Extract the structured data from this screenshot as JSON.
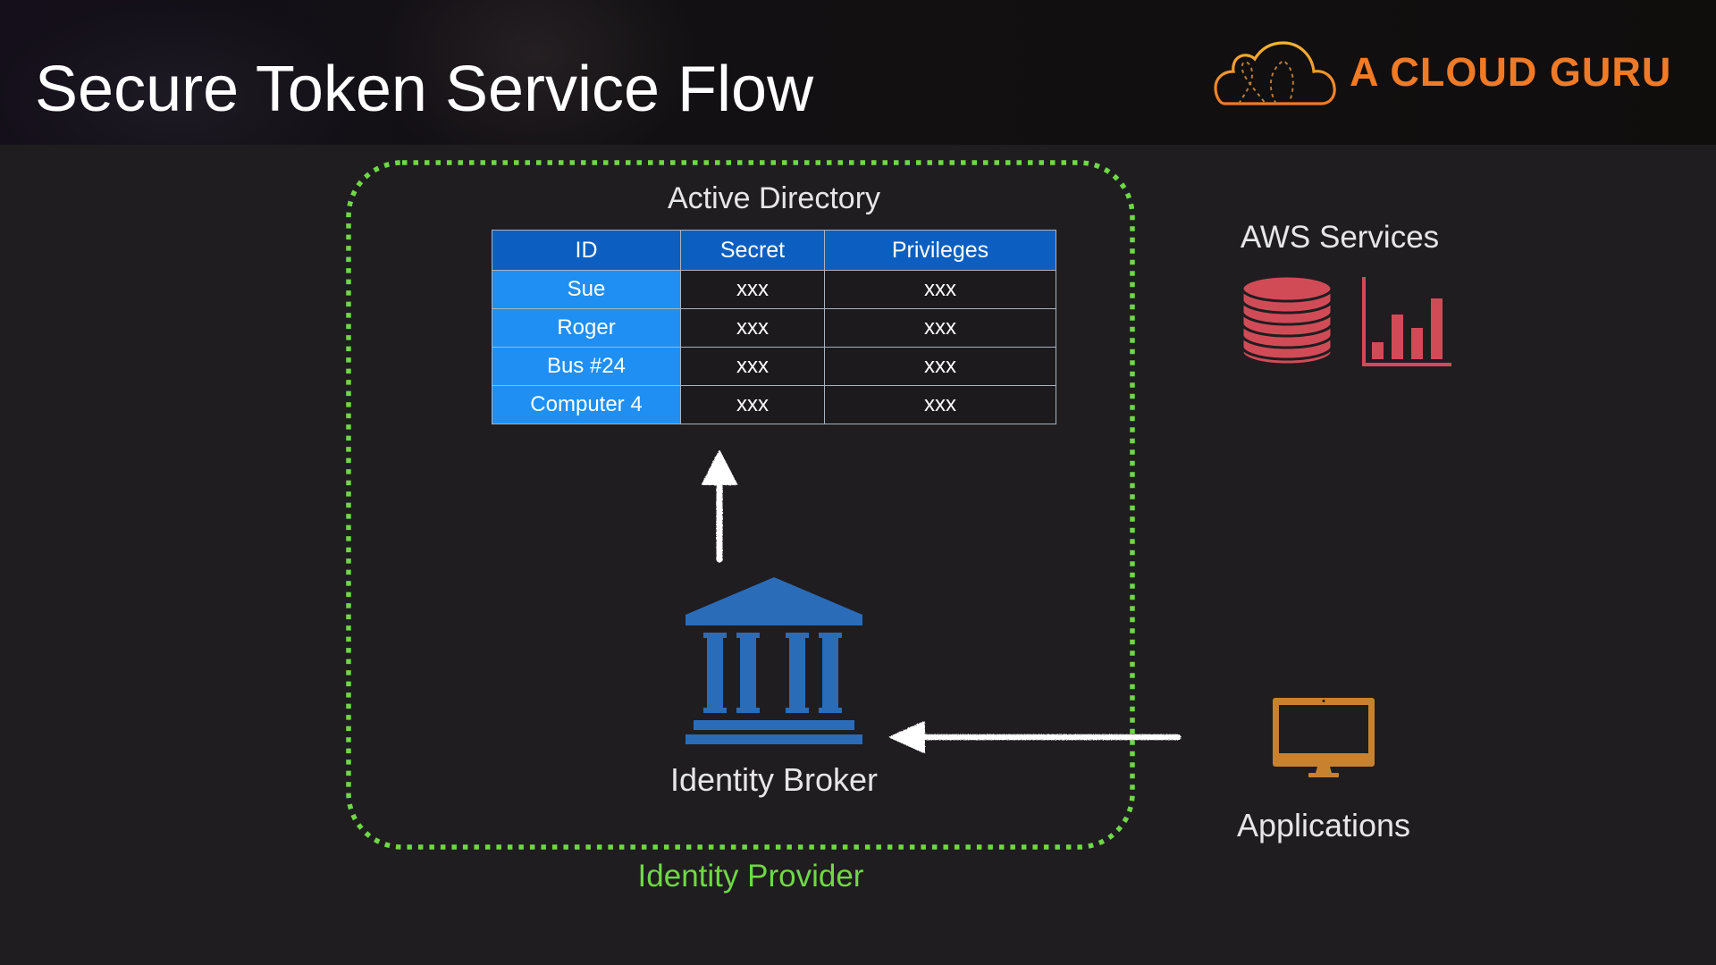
{
  "header": {
    "title": "Secure Token Service Flow",
    "brand": {
      "name": "A CLOUD GURU",
      "logo_icon": "cloud-logo-icon",
      "color": "#f07a26"
    }
  },
  "identity_provider": {
    "label": "Identity Provider",
    "border_color": "#6fd845",
    "active_directory": {
      "title": "Active Directory",
      "columns": [
        "ID",
        "Secret",
        "Privileges"
      ],
      "rows": [
        {
          "id": "Sue",
          "secret": "xxx",
          "privileges": "xxx"
        },
        {
          "id": "Roger",
          "secret": "xxx",
          "privileges": "xxx"
        },
        {
          "id": "Bus #24",
          "secret": "xxx",
          "privileges": "xxx"
        },
        {
          "id": "Computer 4",
          "secret": "xxx",
          "privileges": "xxx"
        }
      ],
      "header_color": "#0c5fc0",
      "id_cell_color": "#1f8ff4"
    },
    "identity_broker": {
      "label": "Identity Broker",
      "icon": "bank-building-icon",
      "color": "#2a6cb8"
    }
  },
  "aws_services": {
    "label": "AWS Services",
    "icons": [
      "database-icon",
      "bar-chart-icon"
    ],
    "color": "#d14b57"
  },
  "applications": {
    "label": "Applications",
    "icon": "monitor-icon",
    "color": "#c8822f"
  },
  "flows": [
    {
      "from": "Applications",
      "to": "Identity Broker",
      "icon": "arrow-left-icon"
    },
    {
      "from": "Identity Broker",
      "to": "Active Directory",
      "icon": "arrow-up-icon"
    }
  ]
}
